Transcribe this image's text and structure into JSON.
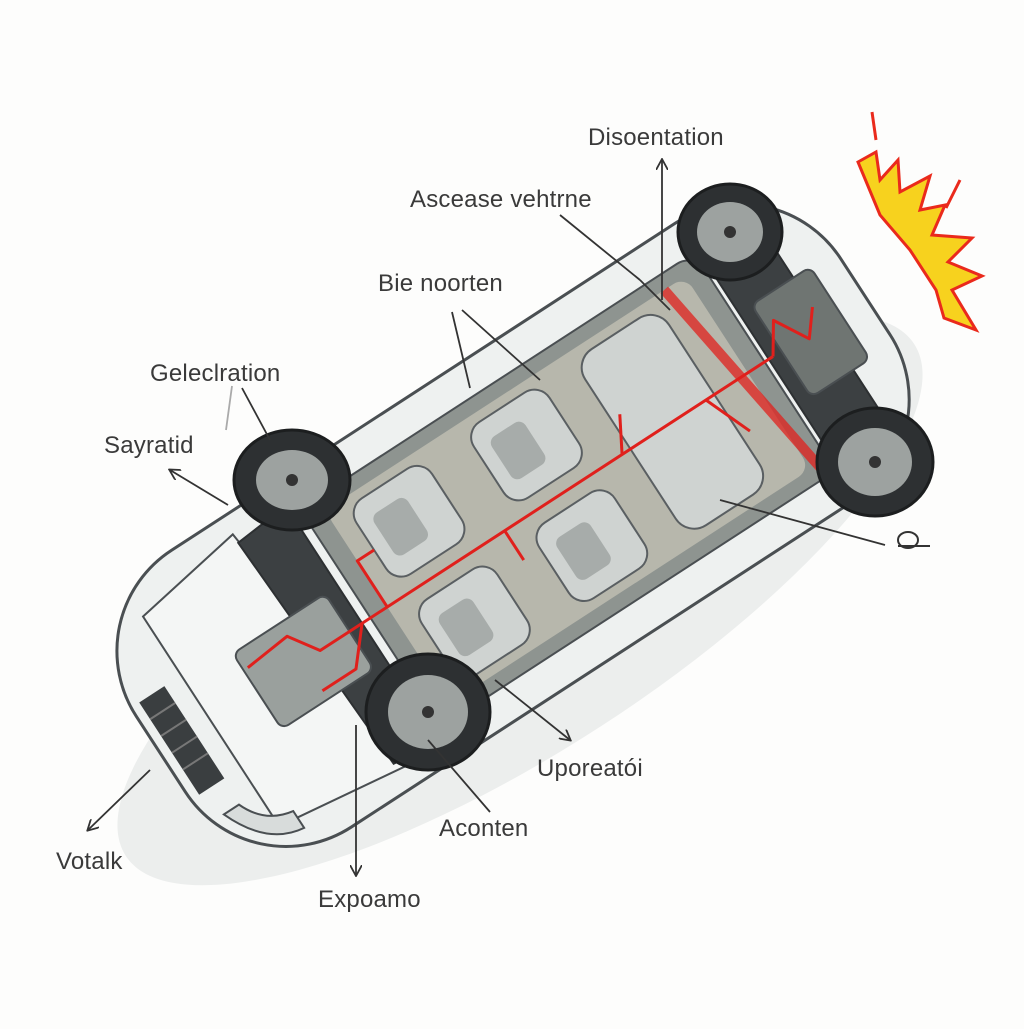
{
  "diagram": {
    "labels": {
      "disorientation": "Disoentation",
      "ascease": "Ascease vehtrne",
      "bie": "Bie noorten",
      "gelecl": "Geleclration",
      "sayratid": "Sayratid",
      "uporeatoi": "Uporeatói",
      "aconten": "Aconten",
      "votalk": "Votalk",
      "expoamo": "Expoamo"
    }
  },
  "colors": {
    "wiring": "#e0201c",
    "body_outline": "#4a4f52",
    "body_fill": "#eef1f0",
    "interior": "#8e9490",
    "flame_yellow": "#f7d21e",
    "flame_red": "#ea2a1c"
  },
  "icons": [
    "car-body",
    "wheel",
    "seat",
    "engine",
    "flame",
    "arrow"
  ]
}
